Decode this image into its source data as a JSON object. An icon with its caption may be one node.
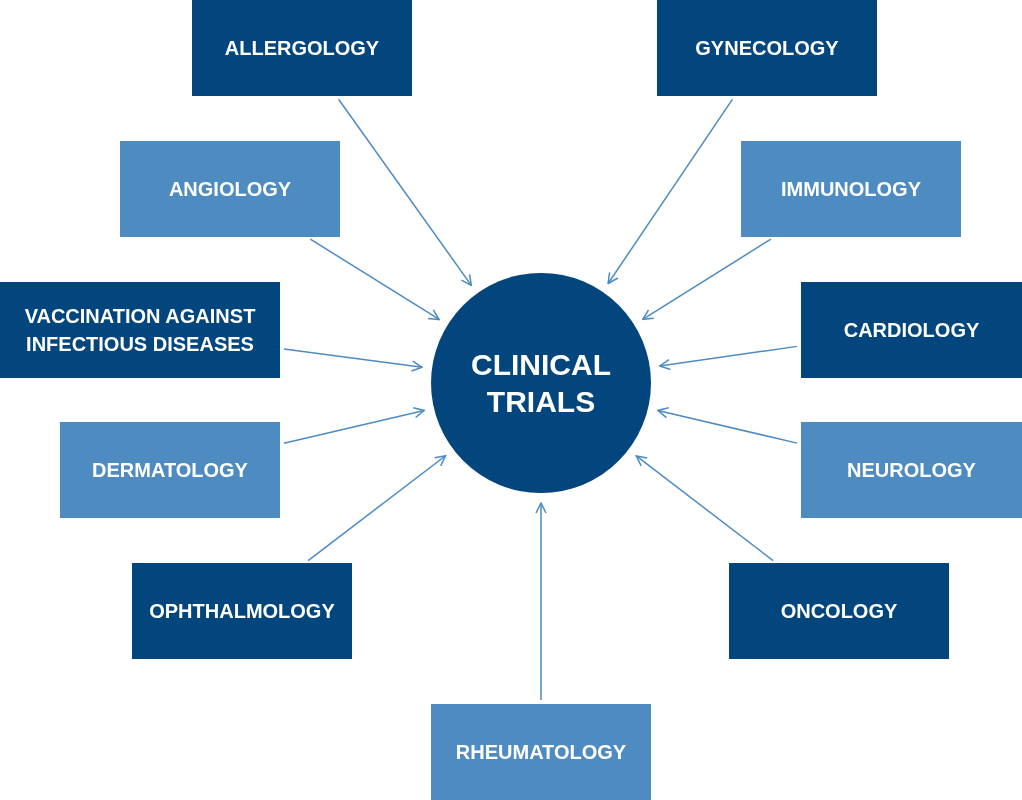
{
  "diagram": {
    "nodes": [
      {
        "text": [
          "ALLERGOLOGY"
        ]
      },
      {
        "text": [
          "GYNECOLOGY"
        ]
      },
      {
        "text": [
          "ANGIOLOGY"
        ]
      },
      {
        "text": [
          "IMMUNOLOGY"
        ]
      },
      {
        "text": [
          "VACCINATION AGAINST INFECTIOUS DISEASES"
        ]
      },
      {
        "text": [
          "CLINICAL TRIALS"
        ]
      },
      {
        "text": [
          "CARDIOLOGY"
        ]
      },
      {
        "text": [
          "DERMATOLOGY"
        ]
      },
      {
        "text": [
          "NEUROLOGY"
        ]
      },
      {
        "text": [
          "OPHTHALMOLOGY"
        ]
      },
      {
        "text": [
          "ONCOLOGY"
        ]
      },
      {
        "text": [
          "RHEUMATOLOGY"
        ]
      }
    ],
    "edges": [
      {
        "from": 0,
        "to": 5,
        "arrow": "to"
      },
      {
        "from": 1,
        "to": 5,
        "arrow": "to"
      },
      {
        "from": 2,
        "to": 5,
        "arrow": "to"
      },
      {
        "from": 3,
        "to": 5,
        "arrow": "to"
      },
      {
        "from": 4,
        "to": 5,
        "arrow": "to"
      },
      {
        "from": 6,
        "to": 5,
        "arrow": "to"
      },
      {
        "from": 7,
        "to": 5,
        "arrow": "to"
      },
      {
        "from": 8,
        "to": 5,
        "arrow": "to"
      },
      {
        "from": 9,
        "to": 5,
        "arrow": "to"
      },
      {
        "from": 10,
        "to": 5,
        "arrow": "to"
      },
      {
        "from": 11,
        "to": 5,
        "arrow": "to"
      }
    ]
  }
}
